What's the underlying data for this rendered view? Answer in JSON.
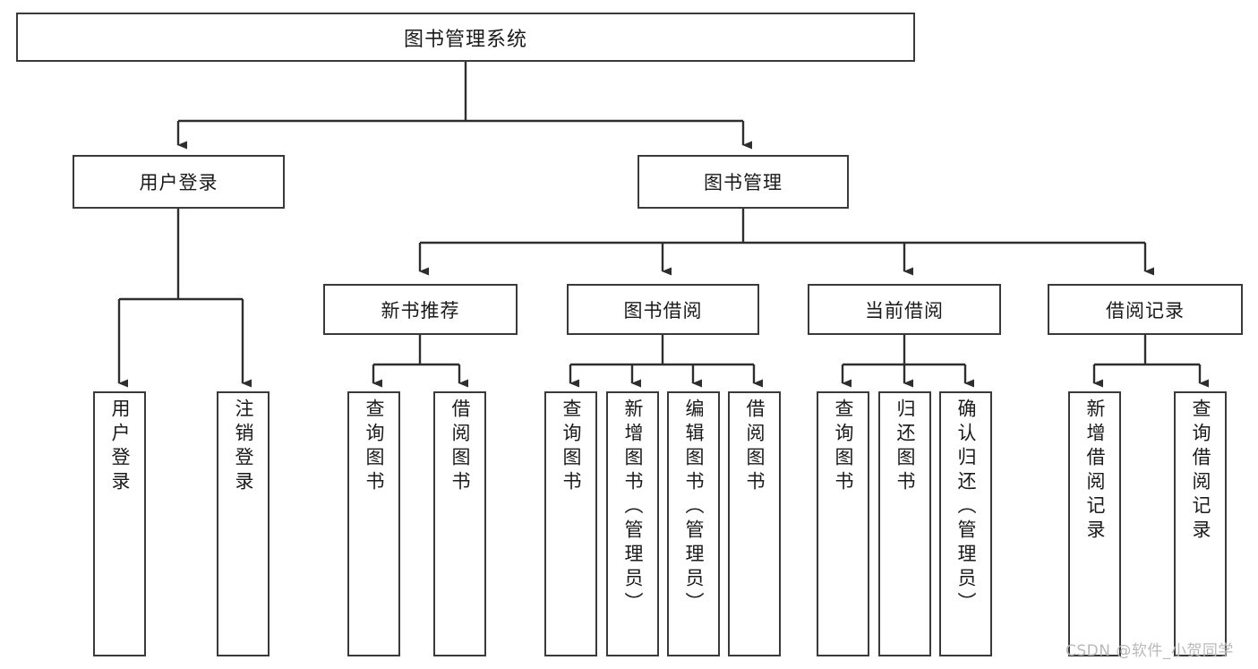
{
  "diagram": {
    "title": "图书管理系统",
    "type": "hierarchy-tree",
    "root": {
      "id": "root",
      "label": "图书管理系统"
    },
    "level2": [
      {
        "id": "user-login",
        "label": "用户登录"
      },
      {
        "id": "book-manage",
        "label": "图书管理"
      }
    ],
    "level3": [
      {
        "id": "new-book-recommend",
        "label": "新书推荐"
      },
      {
        "id": "book-borrow",
        "label": "图书借阅"
      },
      {
        "id": "current-borrow",
        "label": "当前借阅"
      },
      {
        "id": "borrow-record",
        "label": "借阅记录"
      }
    ],
    "leaves": {
      "user_login": [
        {
          "id": "leaf-user-login",
          "label": "用户登录"
        },
        {
          "id": "leaf-logout",
          "label": "注销登录"
        }
      ],
      "new_book_recommend": [
        {
          "id": "leaf-query-book-1",
          "label": "查询图书"
        },
        {
          "id": "leaf-borrow-book-1",
          "label": "借阅图书"
        }
      ],
      "book_borrow": [
        {
          "id": "leaf-query-book-2",
          "label": "查询图书"
        },
        {
          "id": "leaf-add-book",
          "label": "新增图书（管理员）"
        },
        {
          "id": "leaf-edit-book",
          "label": "编辑图书（管理员）"
        },
        {
          "id": "leaf-borrow-book-2",
          "label": "借阅图书"
        }
      ],
      "current_borrow": [
        {
          "id": "leaf-query-book-3",
          "label": "查询图书"
        },
        {
          "id": "leaf-return-book",
          "label": "归还图书"
        },
        {
          "id": "leaf-confirm-return",
          "label": "确认归还（管理员）"
        }
      ],
      "borrow_record": [
        {
          "id": "leaf-add-record",
          "label": "新增借阅记录"
        },
        {
          "id": "leaf-query-record",
          "label": "查询借阅记录"
        }
      ]
    }
  },
  "watermark": {
    "text": "CSDN @软件_小贺同学"
  },
  "colors": {
    "background": "#ffffff",
    "box_border": "#3a3a3a",
    "box_fill": "#ffffff",
    "text": "#1a1a1a",
    "edge": "#2e2e2e",
    "watermark": "#b9b9b9"
  }
}
